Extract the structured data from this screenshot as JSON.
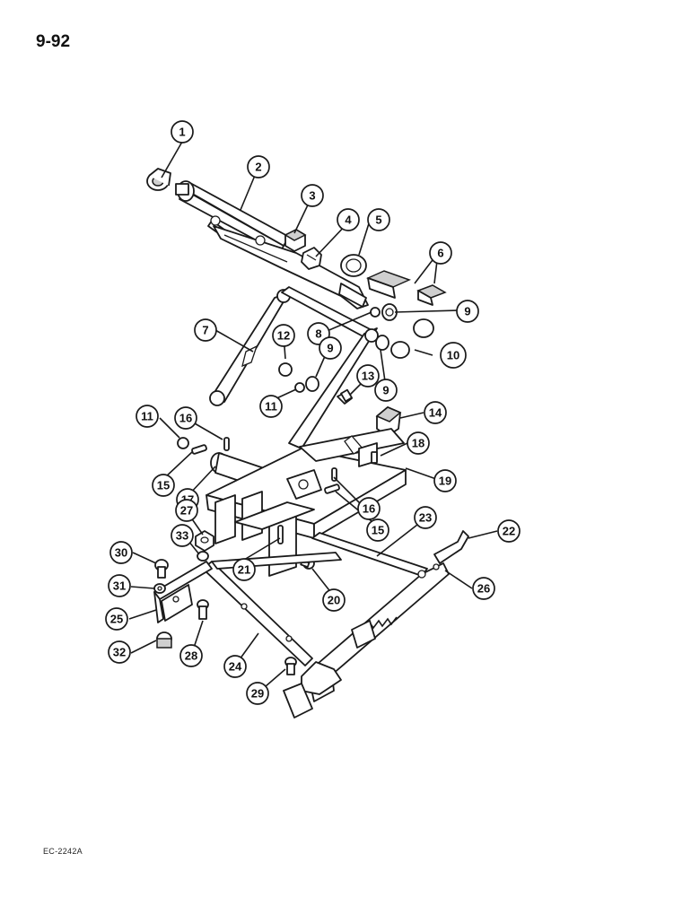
{
  "page": {
    "number": "9-92",
    "figure_code": "EC-2242A"
  },
  "callouts": [
    {
      "id": "c1",
      "label": "1"
    },
    {
      "id": "c2",
      "label": "2"
    },
    {
      "id": "c3",
      "label": "3"
    },
    {
      "id": "c4",
      "label": "4"
    },
    {
      "id": "c5",
      "label": "5"
    },
    {
      "id": "c6",
      "label": "6"
    },
    {
      "id": "c7",
      "label": "7"
    },
    {
      "id": "c8",
      "label": "8"
    },
    {
      "id": "c9a",
      "label": "9"
    },
    {
      "id": "c10",
      "label": "10"
    },
    {
      "id": "c12",
      "label": "12"
    },
    {
      "id": "c9b",
      "label": "9"
    },
    {
      "id": "c9c",
      "label": "9"
    },
    {
      "id": "c13",
      "label": "13"
    },
    {
      "id": "c11a",
      "label": "11"
    },
    {
      "id": "c14",
      "label": "14"
    },
    {
      "id": "c11b",
      "label": "11"
    },
    {
      "id": "c16a",
      "label": "16"
    },
    {
      "id": "c18",
      "label": "18"
    },
    {
      "id": "c19",
      "label": "19"
    },
    {
      "id": "c15a",
      "label": "15"
    },
    {
      "id": "c17",
      "label": "17"
    },
    {
      "id": "c16b",
      "label": "16"
    },
    {
      "id": "c15b",
      "label": "15"
    },
    {
      "id": "c23",
      "label": "23"
    },
    {
      "id": "c22",
      "label": "22"
    },
    {
      "id": "c27",
      "label": "27"
    },
    {
      "id": "c33",
      "label": "33"
    },
    {
      "id": "c30",
      "label": "30"
    },
    {
      "id": "c21",
      "label": "21"
    },
    {
      "id": "c20",
      "label": "20"
    },
    {
      "id": "c26",
      "label": "26"
    },
    {
      "id": "c31",
      "label": "31"
    },
    {
      "id": "c25",
      "label": "25"
    },
    {
      "id": "c32",
      "label": "32"
    },
    {
      "id": "c28",
      "label": "28"
    },
    {
      "id": "c24",
      "label": "24"
    },
    {
      "id": "c29",
      "label": "29"
    }
  ]
}
